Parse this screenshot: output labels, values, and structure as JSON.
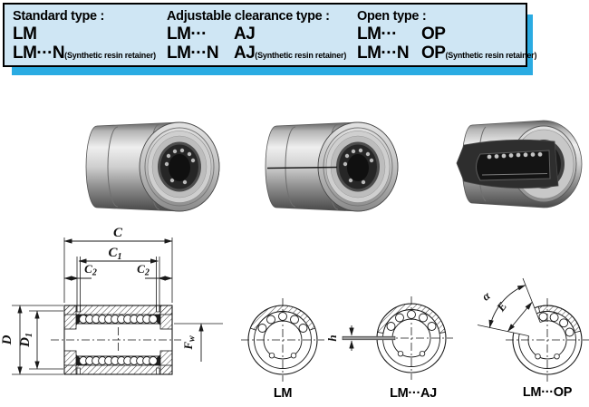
{
  "header": {
    "bg": "#cfe6f4",
    "shadow": "#2aabe2",
    "columns": [
      {
        "title": "Standard type :",
        "line2_a": "LM",
        "line2_b": "",
        "line3_a": "LM···N",
        "line3_b": "",
        "note": "(Synthetic resin retainer)"
      },
      {
        "title": "Adjustable clearance type :",
        "line2_a": "LM···",
        "line2_b": "AJ",
        "line3_a": "LM···N",
        "line3_b": "AJ",
        "note": "(Synthetic resin retainer)"
      },
      {
        "title": "Open type :",
        "line2_a": "LM···",
        "line2_b": "OP",
        "line3_a": "LM···N",
        "line3_b": "OP",
        "note": "(Synthetic resin retainer)"
      }
    ]
  },
  "dims": {
    "c": "C",
    "c1_base": "C",
    "c1_sub": "1",
    "c2_base": "C",
    "c2_sub": "2",
    "d": "D",
    "d1_base": "D",
    "d1_sub": "1",
    "fw_base": "F",
    "fw_sub": "w",
    "h": "h",
    "e": "E",
    "alpha": "α"
  },
  "section_labels": {
    "lm": "LM",
    "aj": "LM···AJ",
    "op": "LM···OP"
  }
}
